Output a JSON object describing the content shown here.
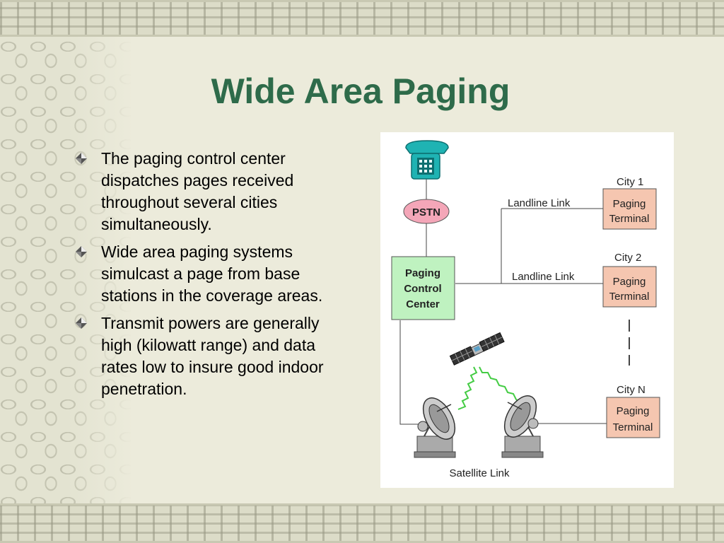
{
  "slide": {
    "title": "Wide Area Paging",
    "bullets": [
      "The paging control center dispatches pages received throughout several cities simultaneously.",
      "Wide area paging systems simulcast a page from base stations in the coverage areas.",
      "Transmit powers are generally high (kilowatt range) and data rates low to insure good indoor penetration."
    ]
  },
  "diagram": {
    "pstn": "PSTN",
    "control_center": [
      "Paging",
      "Control",
      "Center"
    ],
    "landline_link_1": "Landline Link",
    "landline_link_2": "Landline Link",
    "city1": {
      "label": "City 1",
      "terminal": [
        "Paging",
        "Terminal"
      ]
    },
    "city2": {
      "label": "City 2",
      "terminal": [
        "Paging",
        "Terminal"
      ]
    },
    "cityN": {
      "label": "City N",
      "terminal": [
        "Paging",
        "Terminal"
      ]
    },
    "satellite_link": "Satellite Link"
  },
  "colors": {
    "title": "#2e6b4a",
    "phone": "#1fb3b3",
    "pstn_fill": "#f4a6b8",
    "control_center_fill": "#bff2c0",
    "terminal_fill": "#f5c6b0",
    "signal": "#44cc44"
  }
}
